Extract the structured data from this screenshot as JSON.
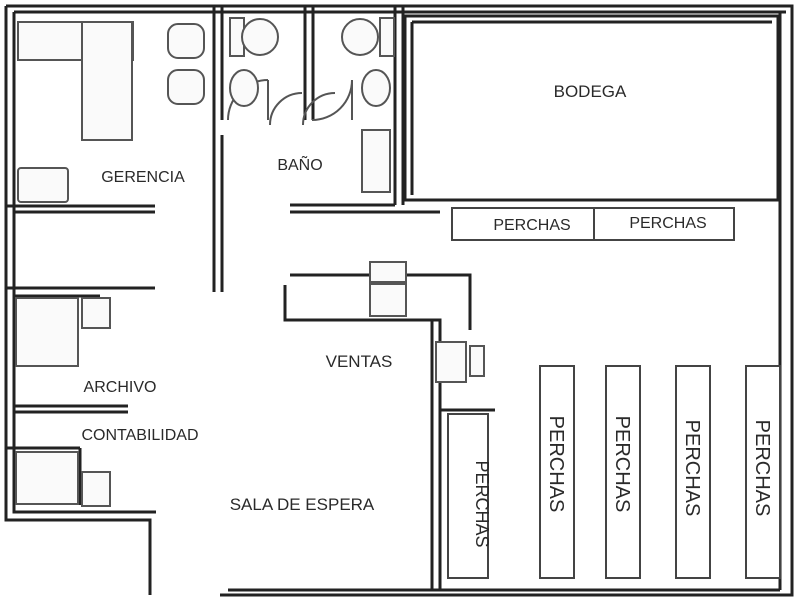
{
  "rooms": {
    "bodega": "BODEGA",
    "gerencia": "GERENCIA",
    "bano": "BAÑO",
    "ventas": "VENTAS",
    "archivo": "ARCHIVO",
    "contabilidad": "CONTABILIDAD",
    "sala_espera": "SALA DE ESPERA"
  },
  "shelves": {
    "top_left": "PERCHAS",
    "top_right": "PERCHAS",
    "mid": "PERCHAS",
    "col1": "PERCHAS",
    "col2": "PERCHAS",
    "col3": "PERCHAS",
    "col4": "PERCHAS"
  }
}
